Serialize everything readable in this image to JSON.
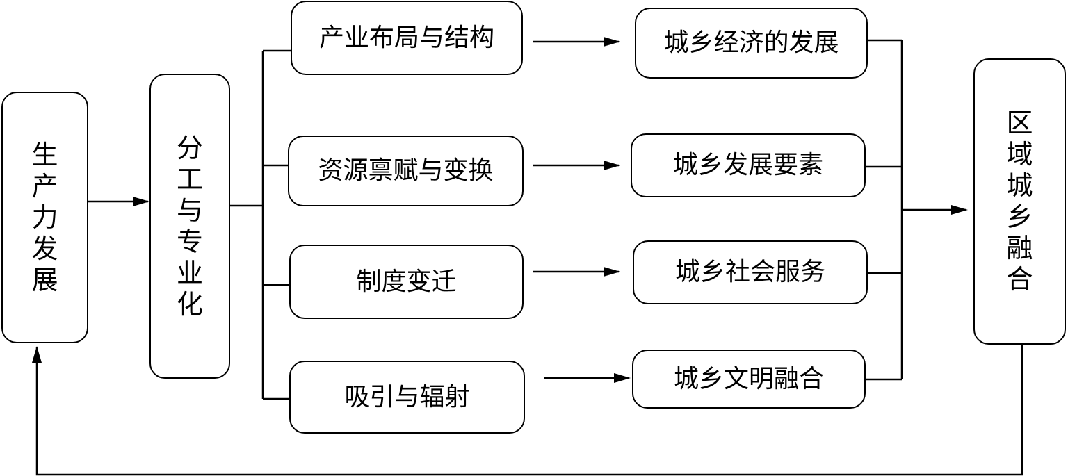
{
  "nodes": {
    "productivity": "生产力发展",
    "division": "分工与专业化",
    "integration": "区域城乡融合",
    "industry": "产业布局与结构",
    "resource": "资源禀赋与变换",
    "institution": "制度变迁",
    "attraction": "吸引与辐射",
    "economy": "城乡经济的发展",
    "factors": "城乡发展要素",
    "service": "城乡社会服务",
    "civilization": "城乡文明融合"
  }
}
